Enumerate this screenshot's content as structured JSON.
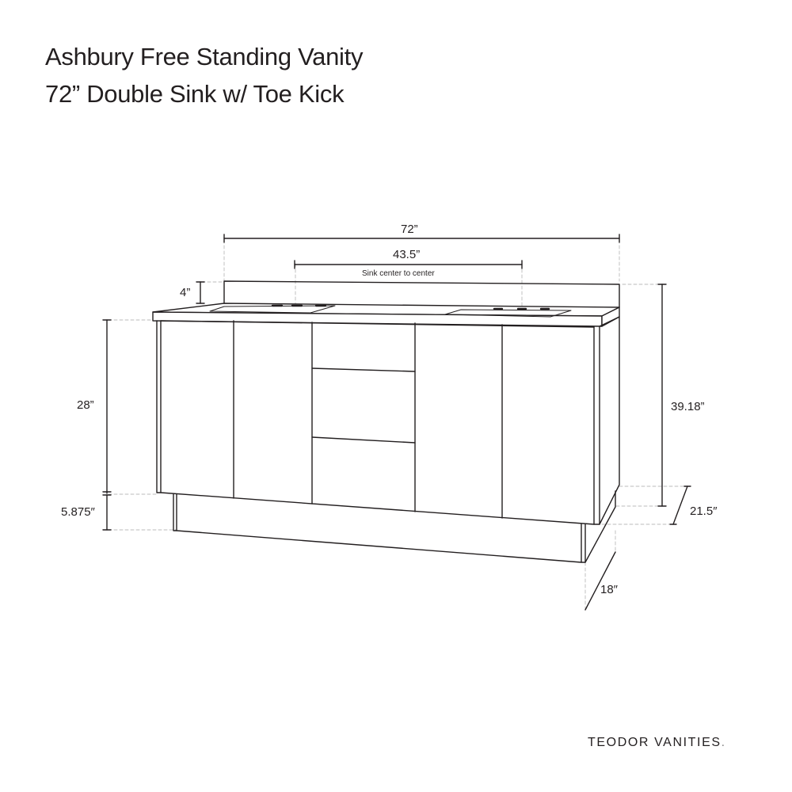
{
  "header": {
    "title_line1": "Ashbury Free Standing Vanity",
    "title_line2": "72” Double Sink w/ Toe Kick"
  },
  "dimensions": {
    "overall_width": "72”",
    "sink_center_distance": "43.5”",
    "sink_center_caption": "Sink center to center",
    "backsplash_height": "4”",
    "cabinet_height": "28”",
    "toe_kick_height": "5.875″",
    "total_height": "39.18”",
    "top_depth": "21.5″",
    "cabinet_depth": "18″"
  },
  "vanity": {
    "doors": 4,
    "drawers": 3,
    "sinks": 2,
    "faucet_holes_per_sink": 3
  },
  "footer": {
    "brand_name": "TEODOR VANITIES",
    "brand_mark": "."
  },
  "colors": {
    "line": "#231f20",
    "guide": "#bbbbbb",
    "background": "#ffffff"
  }
}
